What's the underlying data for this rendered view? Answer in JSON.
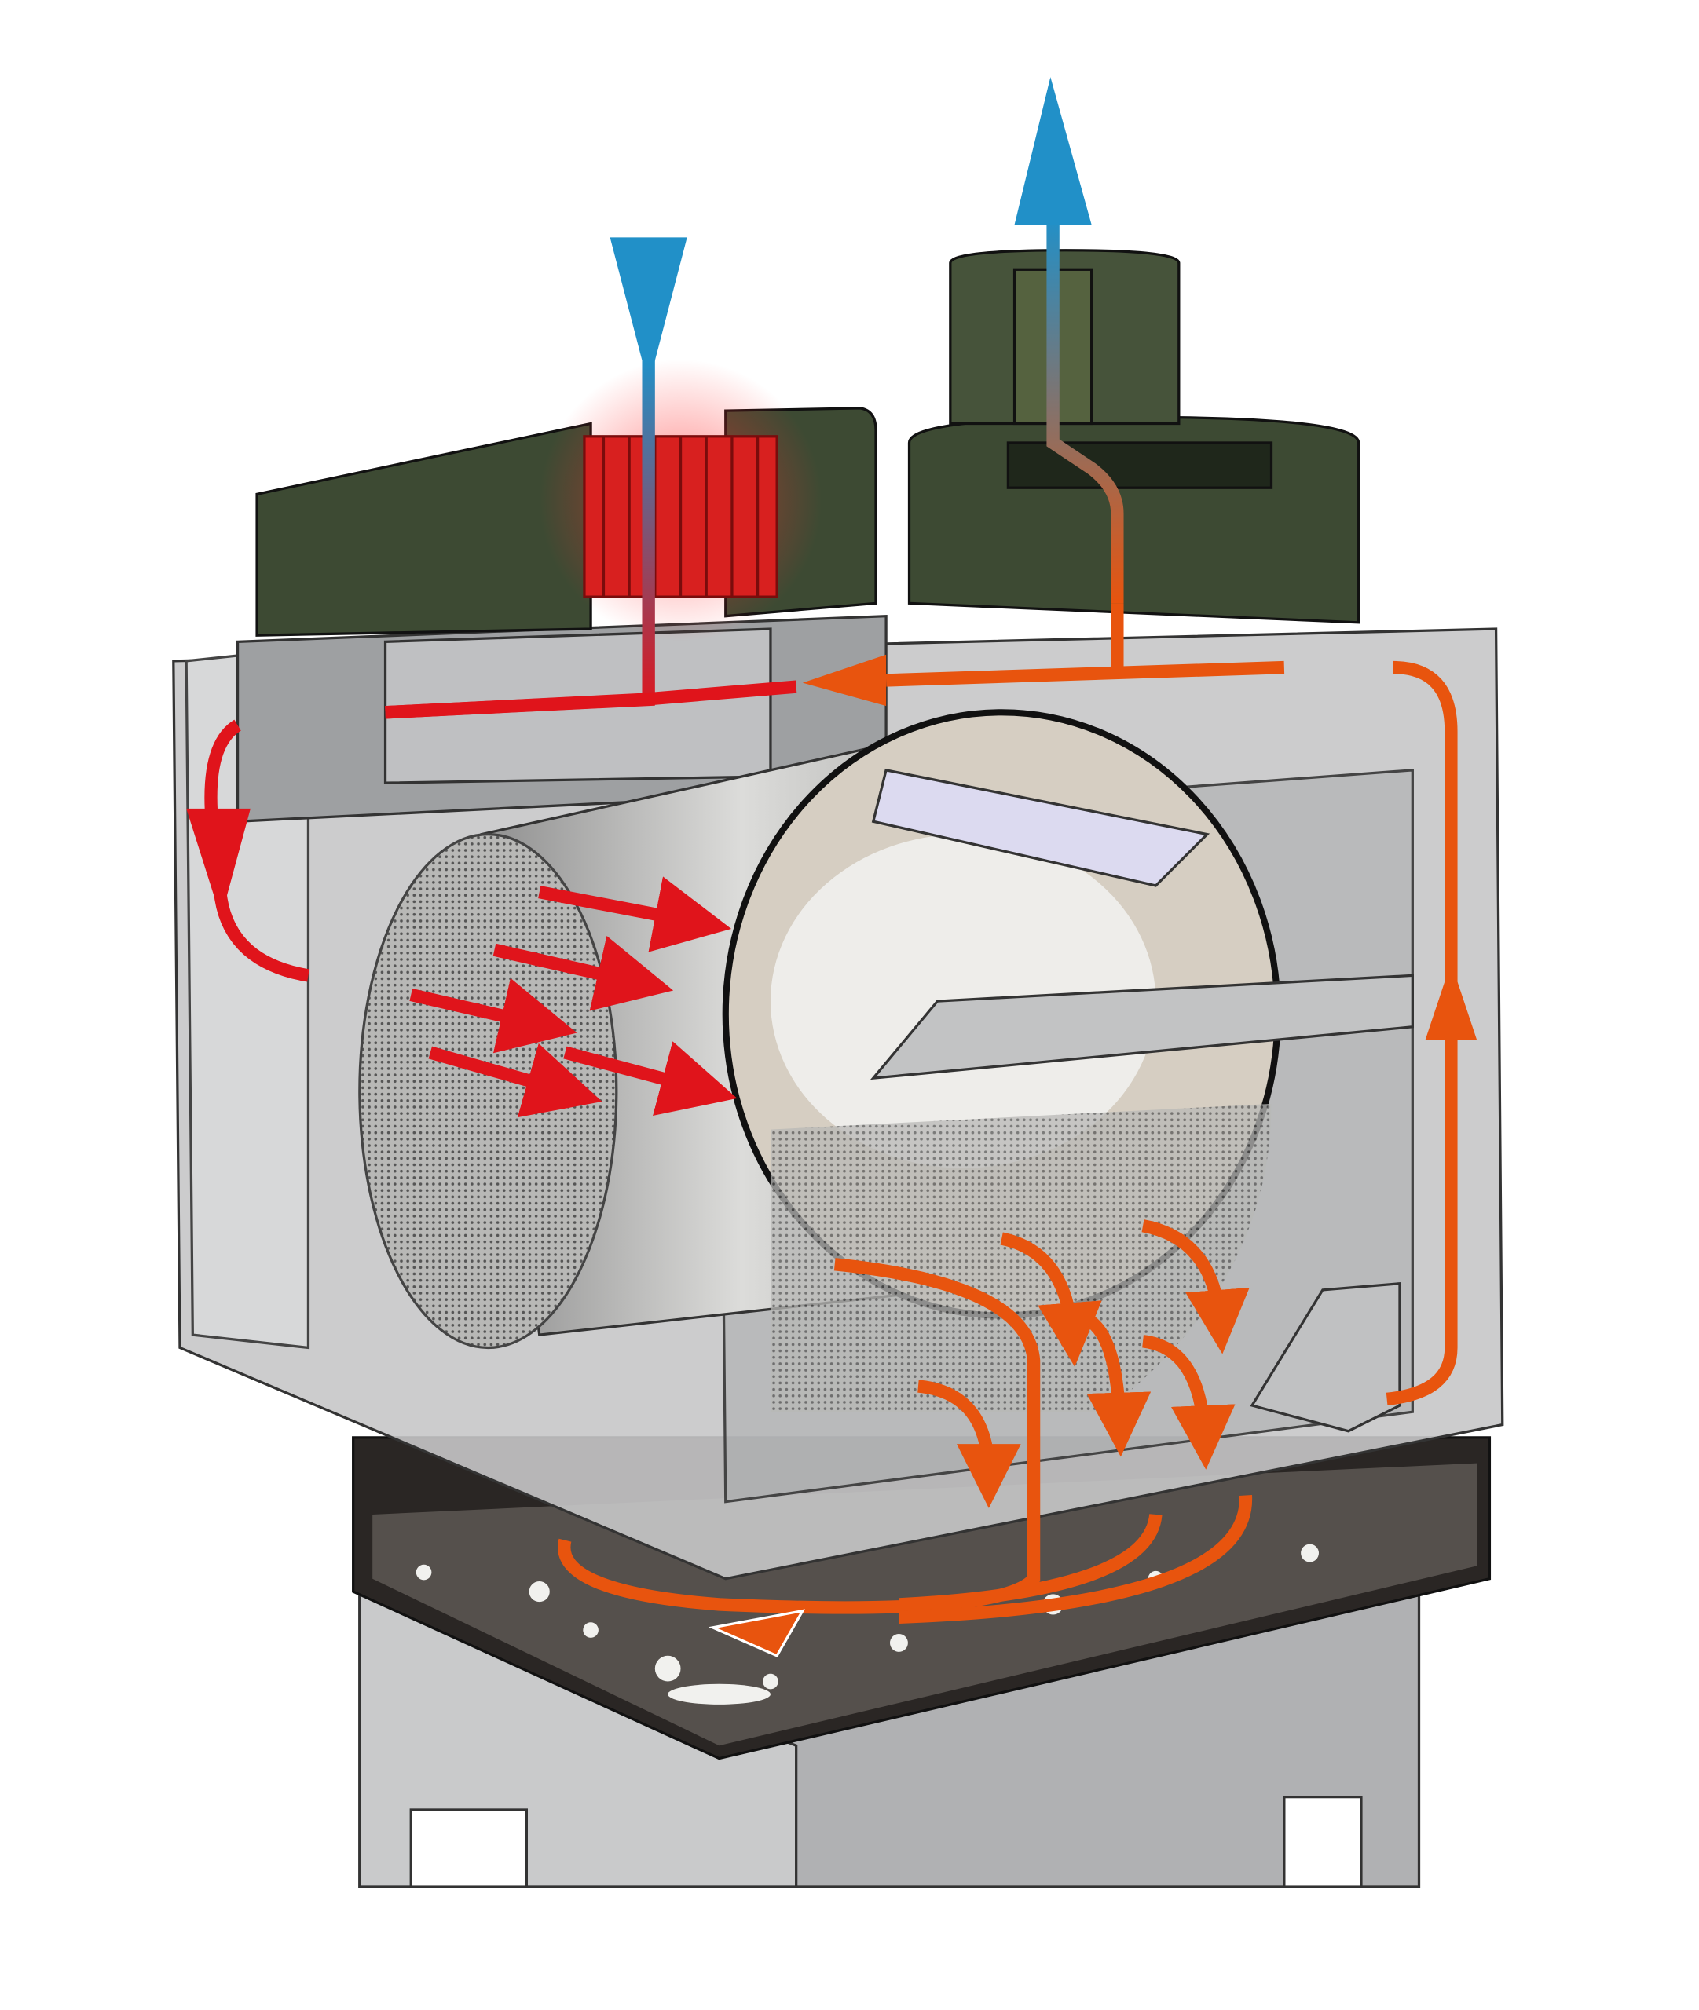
{
  "colors": {
    "background": "#ffffff",
    "housing_green": "#3d4a33",
    "frame_grey": "#a9abad",
    "frame_dark": "#6f7173",
    "heat_red": "#e0141b",
    "recirc_orange": "#e8540e",
    "exhaust_blue": "#2190c8",
    "drum_steel": "#c9c9c7",
    "lint_white": "#f1f1ee"
  },
  "components": [
    {
      "id": "heater-housing",
      "icon": "heater-coil"
    },
    {
      "id": "fan-housing",
      "icon": "exhaust-fan"
    },
    {
      "id": "drum",
      "icon": "perforated-drum"
    },
    {
      "id": "lint-tray",
      "icon": "lint-collector"
    }
  ],
  "flows": [
    {
      "id": "intake",
      "color": "exhaust_blue",
      "direction": "down"
    },
    {
      "id": "exhaust",
      "color": "exhaust_blue",
      "direction": "up"
    },
    {
      "id": "heated-air",
      "color": "heat_red"
    },
    {
      "id": "recirculated-air",
      "color": "recirc_orange"
    }
  ]
}
